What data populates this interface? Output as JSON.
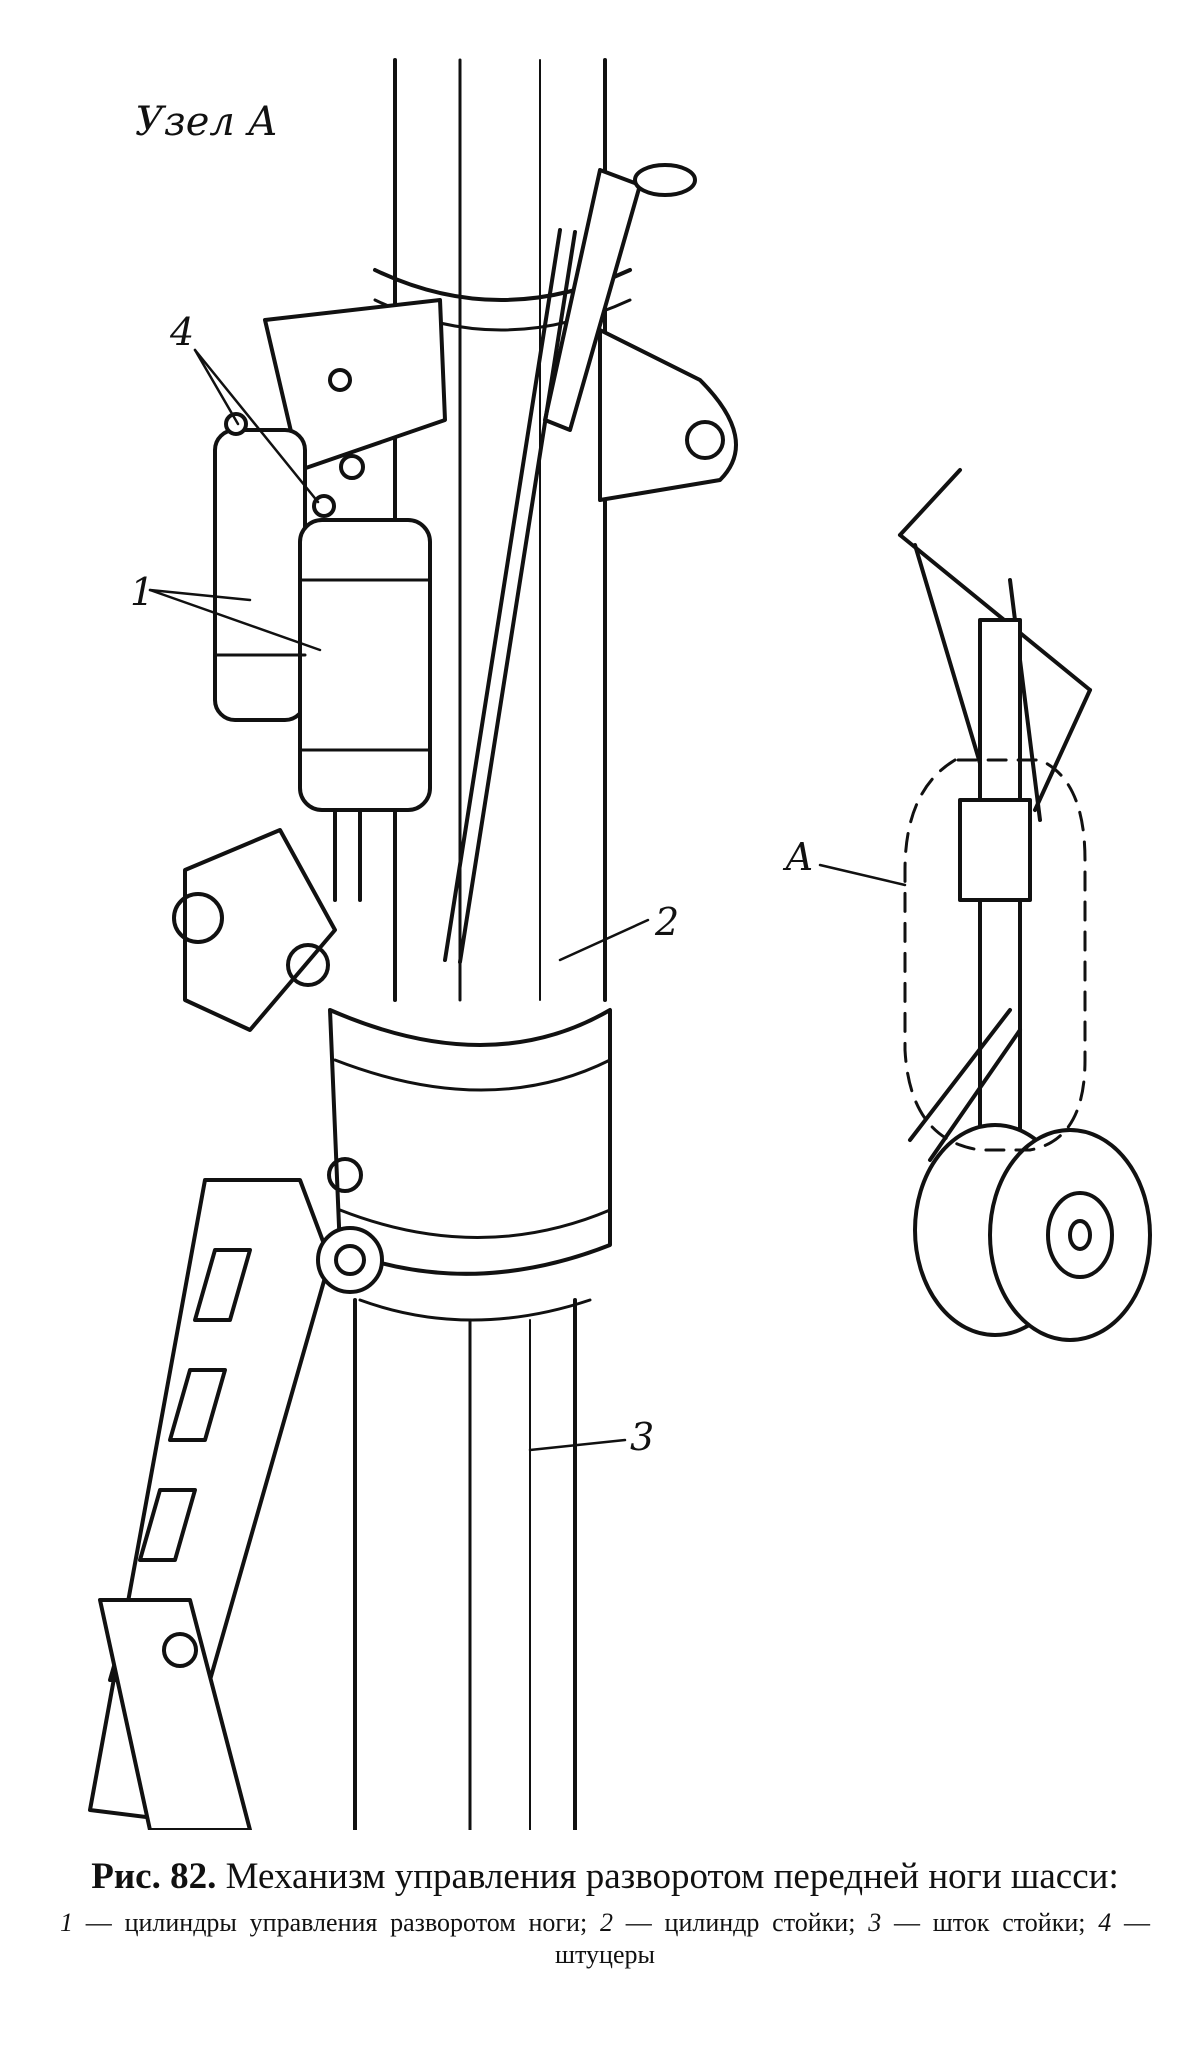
{
  "figure": {
    "detail_label": "Узел А",
    "callouts": {
      "c1": "1",
      "c2": "2",
      "c3": "3",
      "c4": "4",
      "inset": "А"
    }
  },
  "caption": {
    "fig_no": "Рис. 82.",
    "title": "Механизм управления разворотом передней ноги шасси:",
    "legend": [
      {
        "num": "1",
        "text": "цилиндры управления разворотом ноги;"
      },
      {
        "num": "2",
        "text": "цилиндр стойки;"
      },
      {
        "num": "3",
        "text": "шток стойки;"
      },
      {
        "num": "4",
        "text": "штуцеры"
      }
    ]
  }
}
